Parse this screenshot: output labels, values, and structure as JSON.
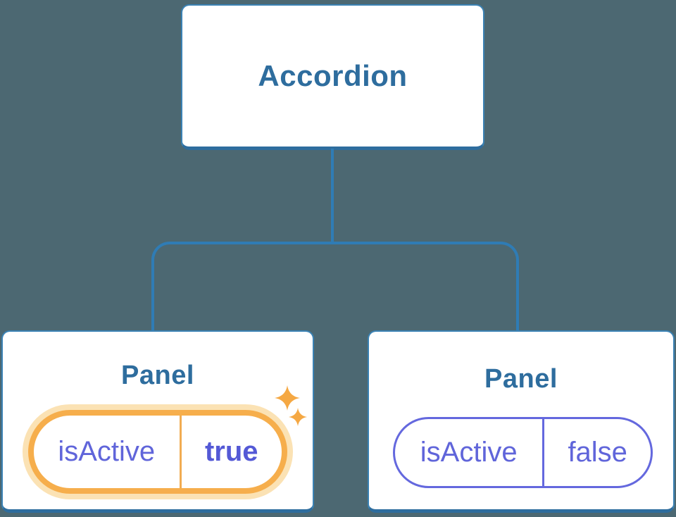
{
  "diagram": {
    "background_color": "#4C6872",
    "root": {
      "label": "Accordion"
    },
    "panels": [
      {
        "title": "Panel",
        "prop_name": "isActive",
        "prop_value": "true",
        "highlighted": true
      },
      {
        "title": "Panel",
        "prop_name": "isActive",
        "prop_value": "false",
        "highlighted": false
      }
    ],
    "colors": {
      "card_border": "#3B82B4",
      "card_border_bottom": "#2E6D9E",
      "connector_line": "#2F7CB5",
      "node_text": "#2E6D9E",
      "prop_text": "#6065DA",
      "prop_value_active_text": "#5459D6",
      "active_pill_border": "#F6AE4C",
      "active_pill_glow": "#FBE2B4",
      "inactive_pill_border": "#6468DE",
      "sparkle": "#F5A843"
    }
  }
}
